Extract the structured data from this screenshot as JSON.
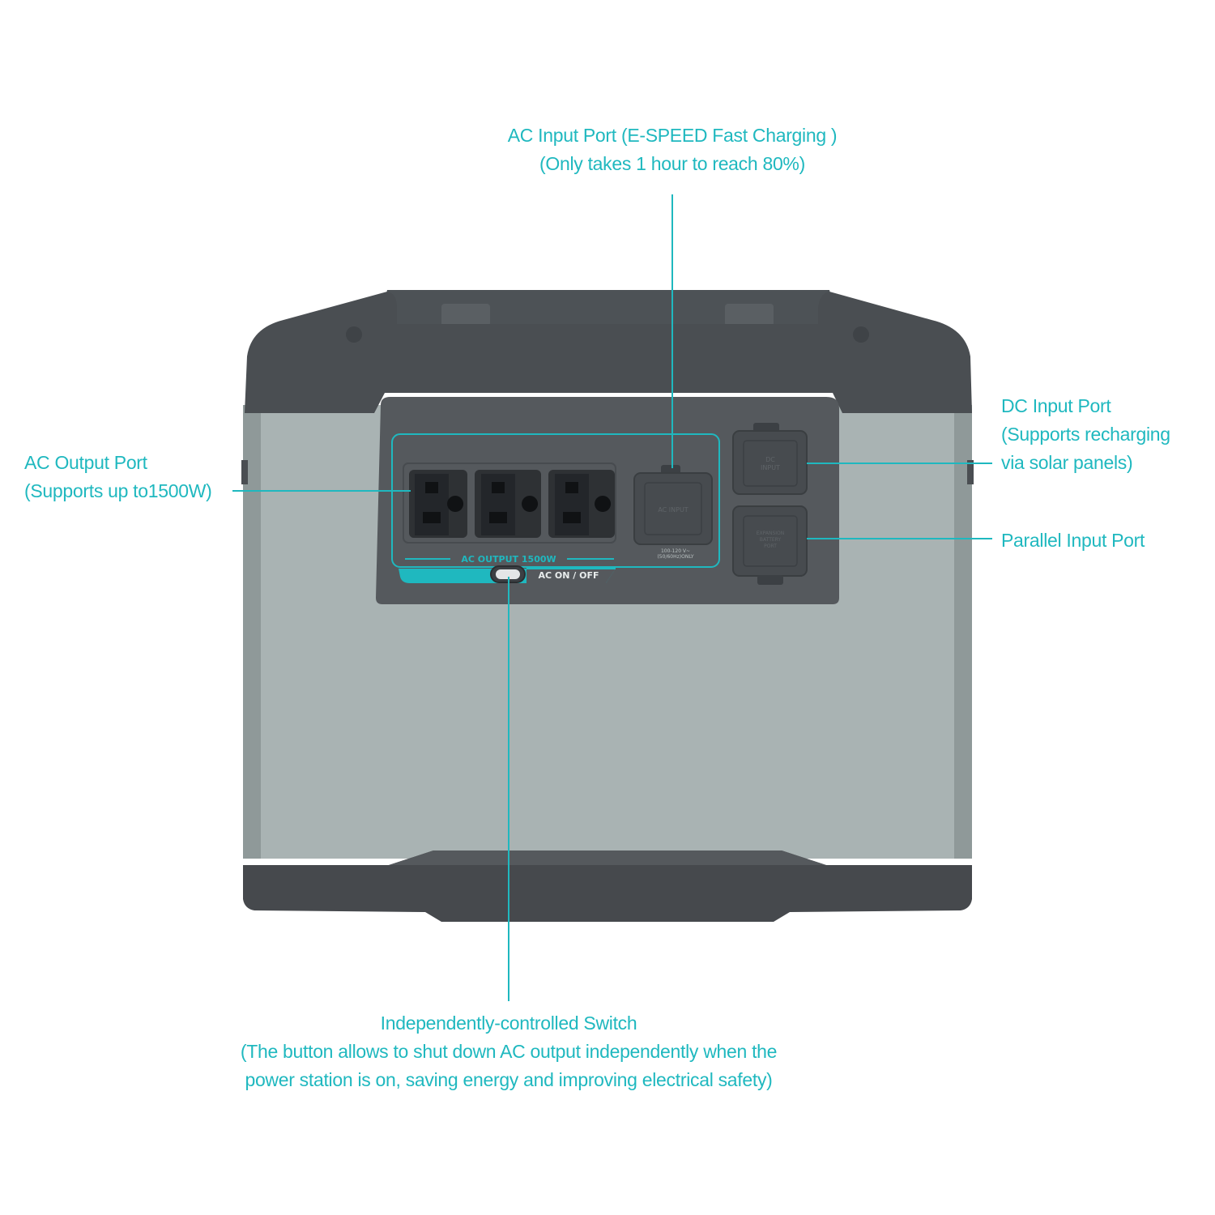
{
  "colors": {
    "accent": "#1fb8bf",
    "body_light": "#a9b3b3",
    "body_dark": "#4a4e52",
    "panel": "#55595d"
  },
  "callouts": {
    "ac_input": {
      "line1": "AC Input Port (E-SPEED Fast Charging )",
      "line2": "(Only takes 1 hour to reach 80%)"
    },
    "ac_output": {
      "line1": "AC Output Port",
      "line2": "(Supports up to1500W)"
    },
    "dc_input": {
      "line1": "DC Input Port",
      "line2": "(Supports recharging",
      "line3": "via solar panels)"
    },
    "parallel_input": {
      "line1": "Parallel Input Port"
    },
    "switch": {
      "line1": "Independently-controlled Switch",
      "line2": "(The button allows to shut down AC output independently when the",
      "line3": "power station is on, saving energy and improving electrical safety)"
    }
  },
  "device": {
    "ac_output_label": "AC OUTPUT 1500W",
    "ac_switch_label": "AC  ON / OFF",
    "ac_input_cover_label": "AC INPUT",
    "ac_input_rating_line1": "100-120 V~",
    "ac_input_rating_line2": "(50/60Hz)ONLY",
    "dc_cover_label_line1": "DC",
    "dc_cover_label_line2": "INPUT",
    "parallel_cover_label_line1": "EXPANSION",
    "parallel_cover_label_line2": "BATTERY",
    "parallel_cover_label_line3": "PORT"
  }
}
